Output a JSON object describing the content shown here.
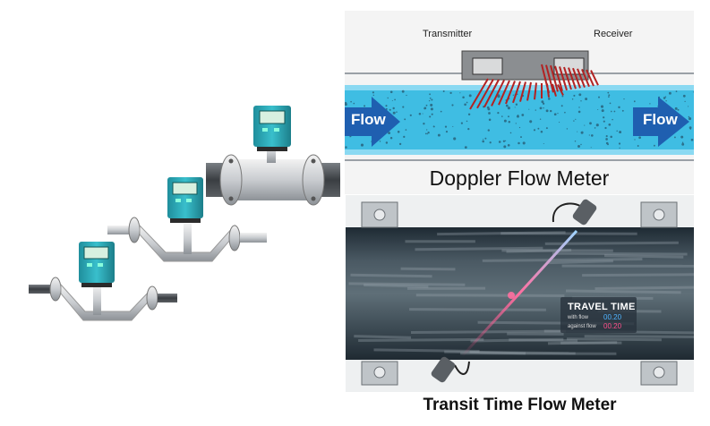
{
  "doppler": {
    "transmitter_label": "Transmitter",
    "receiver_label": "Receiver",
    "flow_left": "Flow",
    "flow_right": "Flow",
    "caption": "Doppler Flow Meter"
  },
  "transit": {
    "panel_title": "TRAVEL TIME",
    "rows": [
      {
        "label": "with flow",
        "value": "00.20",
        "color": "#4fb3ff"
      },
      {
        "label": "against flow",
        "value": "00.20",
        "color": "#ff4f8a"
      }
    ],
    "caption": "Transit Time Flow Meter"
  },
  "colors": {
    "meter_housing": "#2aa7b5",
    "pipe_blue": "#35b7e0",
    "arrow_blue": "#1f5fb0",
    "beam_red": "#b22222"
  }
}
